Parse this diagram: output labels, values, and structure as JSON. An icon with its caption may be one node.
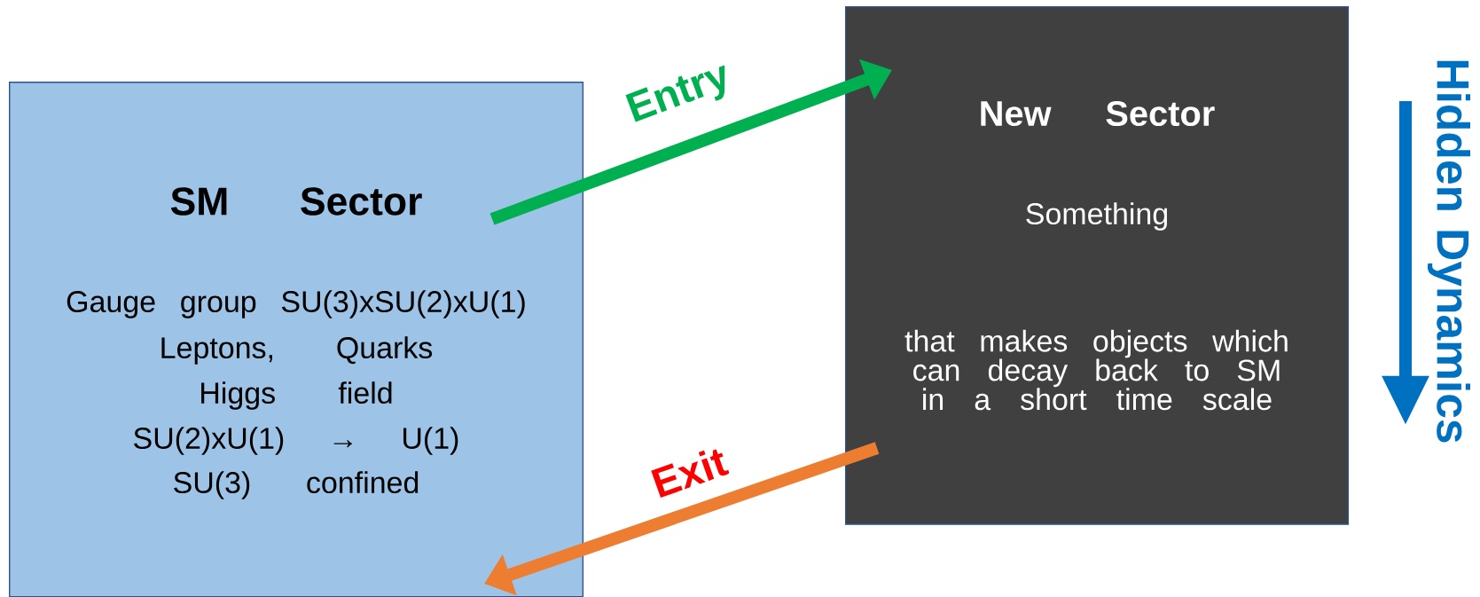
{
  "diagram": {
    "nodes": [
      {
        "text": [
          "SM Sector",
          "Gauge group SU(3)xSU(2)xU(1)",
          "Leptons, Quarks",
          "Higgs field",
          "SU(2)xU(1) → U(1)",
          "SU(3) confined"
        ]
      },
      {
        "text": [
          "New Sector",
          "Something",
          "that makes objects which can decay back to SM in a short time scale"
        ]
      }
    ],
    "edges": [
      {
        "from": 0,
        "to": 1,
        "arrow": "to",
        "label": "Entry",
        "color": "#00b050"
      },
      {
        "from": 1,
        "to": 0,
        "arrow": "to",
        "label": "Exit",
        "color": "#ed7d31"
      }
    ],
    "labels": [
      "Hidden Dynamics"
    ]
  }
}
